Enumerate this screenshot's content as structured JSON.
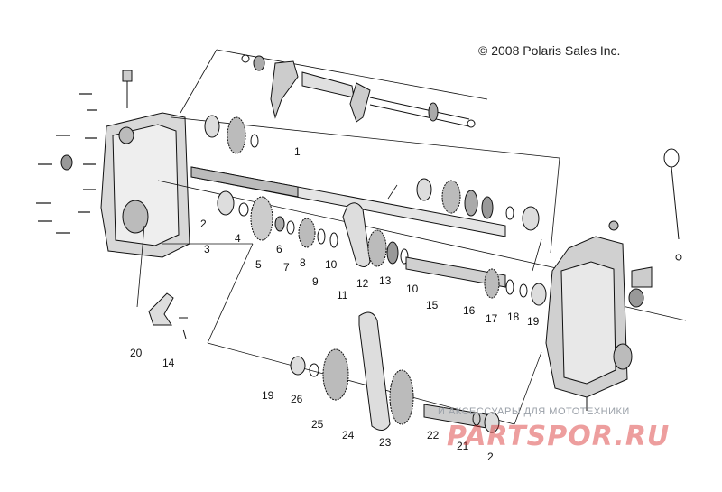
{
  "copyright": "© 2008 Polaris Sales Inc.",
  "callouts": [
    "1",
    "2",
    "3",
    "4",
    "5",
    "6",
    "7",
    "8",
    "9",
    "10",
    "11",
    "12",
    "13",
    "10",
    "15",
    "16",
    "17",
    "18",
    "19",
    "20",
    "14",
    "19",
    "26",
    "25",
    "24",
    "23",
    "22",
    "21",
    "2"
  ],
  "watermark": {
    "text": "И АКСЕССУАРЫ ДЛЯ МОТОТЕХНИКИ",
    "logo": "PARTSPOR.RU"
  },
  "colors": {
    "line": "#111111",
    "shade": "#c8c8c8",
    "watermark": "#d62828"
  }
}
